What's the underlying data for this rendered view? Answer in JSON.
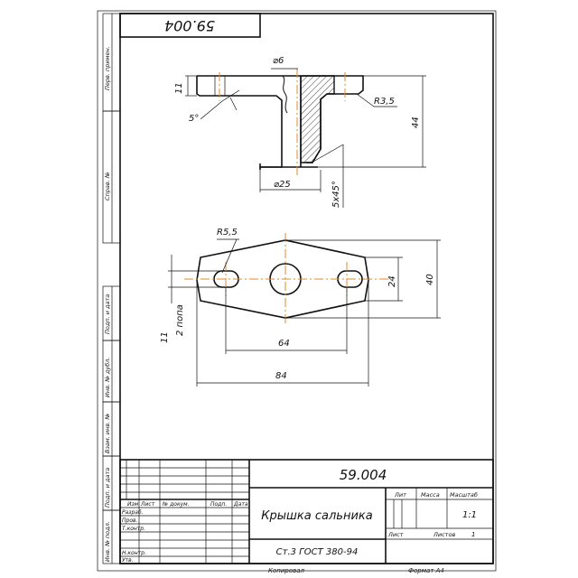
{
  "stamp_top": "59.004",
  "drawing_number": "59.004",
  "part_name": "Крышка сальника",
  "material": "Ст.3 ГОСТ 380-94",
  "footer": {
    "copied": "Копировал",
    "format": "Формат А4"
  },
  "left_strip": {
    "perv_primen": "Перв. примен.",
    "sprav_no": "Справ. №",
    "podp_data_1": "Подп. и дата",
    "inv_dubl": "Инв. № дубл.",
    "vzam_inv": "Взам. инв. №",
    "podp_data_2": "Подп. и дата",
    "inv_podl": "Инв. № подл."
  },
  "title_block": {
    "col_izm": "Изм",
    "col_list": "Лист",
    "col_doc": "№ докум.",
    "col_podp": "Подп.",
    "col_data": "Дата",
    "razrab": "Разраб.",
    "prov": "Пров.",
    "t_kontr": "Т.контр.",
    "n_kontr": "Н.контр.",
    "utv": "Утв.",
    "lit": "Лит",
    "massa": "Масса",
    "masshtab": "Масштаб",
    "scale_value": "1:1",
    "list": "Лист",
    "listov": "Листов",
    "listov_value": "1"
  },
  "dims_top": {
    "d6": "⌀6",
    "h11": "11",
    "angle5": "5°",
    "r35": "R3,5",
    "h44": "44",
    "d25": "⌀25",
    "chamfer": "5х45°"
  },
  "dims_bottom": {
    "r55": "R5,5",
    "h24": "24",
    "h40": "40",
    "w64": "64",
    "w84": "84",
    "holes11": "11",
    "holes2": "2 попа"
  }
}
